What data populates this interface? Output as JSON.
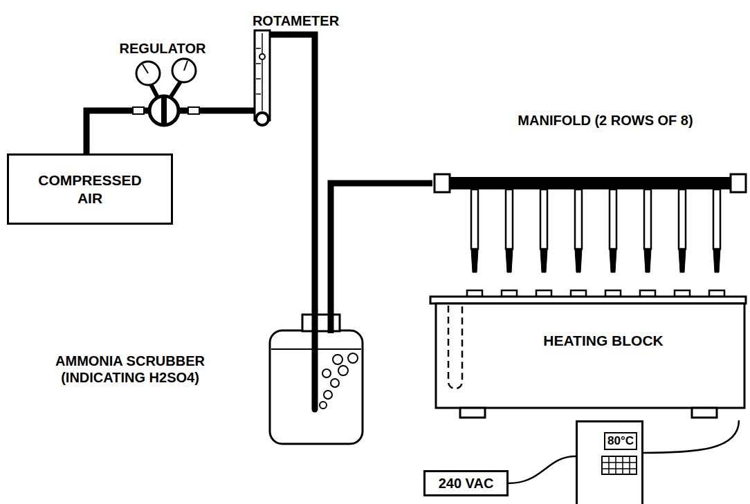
{
  "diagram": {
    "nodes": [
      {
        "text": [
          "COMPRESSED AIR"
        ]
      },
      {
        "text": [
          "REGULATOR"
        ]
      },
      {
        "text": [
          "ROTAMETER"
        ]
      },
      {
        "text": [
          "AMMONIA SCRUBBER (INDICATING H2SO4)"
        ]
      },
      {
        "text": [
          "MANIFOLD (2 ROWS OF 8)"
        ]
      },
      {
        "text": [
          "HEATING BLOCK"
        ]
      },
      {
        "text": [
          "80°C"
        ]
      },
      {
        "text": [
          "240 VAC"
        ]
      }
    ],
    "edges": [
      {
        "from": 0,
        "to": 1,
        "arrow": "none"
      },
      {
        "from": 1,
        "to": 2,
        "arrow": "none"
      },
      {
        "from": 2,
        "to": 3,
        "arrow": "none"
      },
      {
        "from": 3,
        "to": 4,
        "arrow": "none"
      },
      {
        "from": 7,
        "to": 6,
        "arrow": "none"
      },
      {
        "from": 6,
        "to": 5,
        "arrow": "none"
      }
    ]
  }
}
